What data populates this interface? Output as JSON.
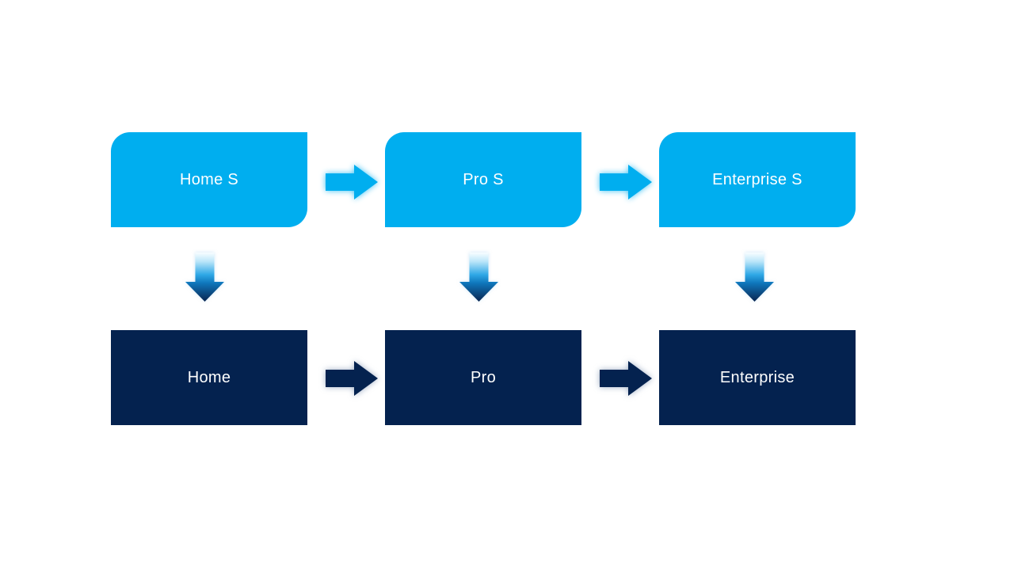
{
  "slide": {
    "background": "#FFFFFF"
  },
  "colors": {
    "cyan": "#00AEEF",
    "navy": "#04224F",
    "label_text": "#FFFFFF",
    "down_arrow_gradient_top": "#F8FDFF",
    "down_arrow_gradient_mid": "#2FA8E6",
    "down_arrow_gradient_bottom": "#0A2550"
  },
  "diagram": {
    "top_row": [
      {
        "label": "Home S"
      },
      {
        "label": "Pro S"
      },
      {
        "label": "Enterprise S"
      }
    ],
    "bottom_row": [
      {
        "label": "Home"
      },
      {
        "label": "Pro"
      },
      {
        "label": "Enterprise"
      }
    ]
  }
}
